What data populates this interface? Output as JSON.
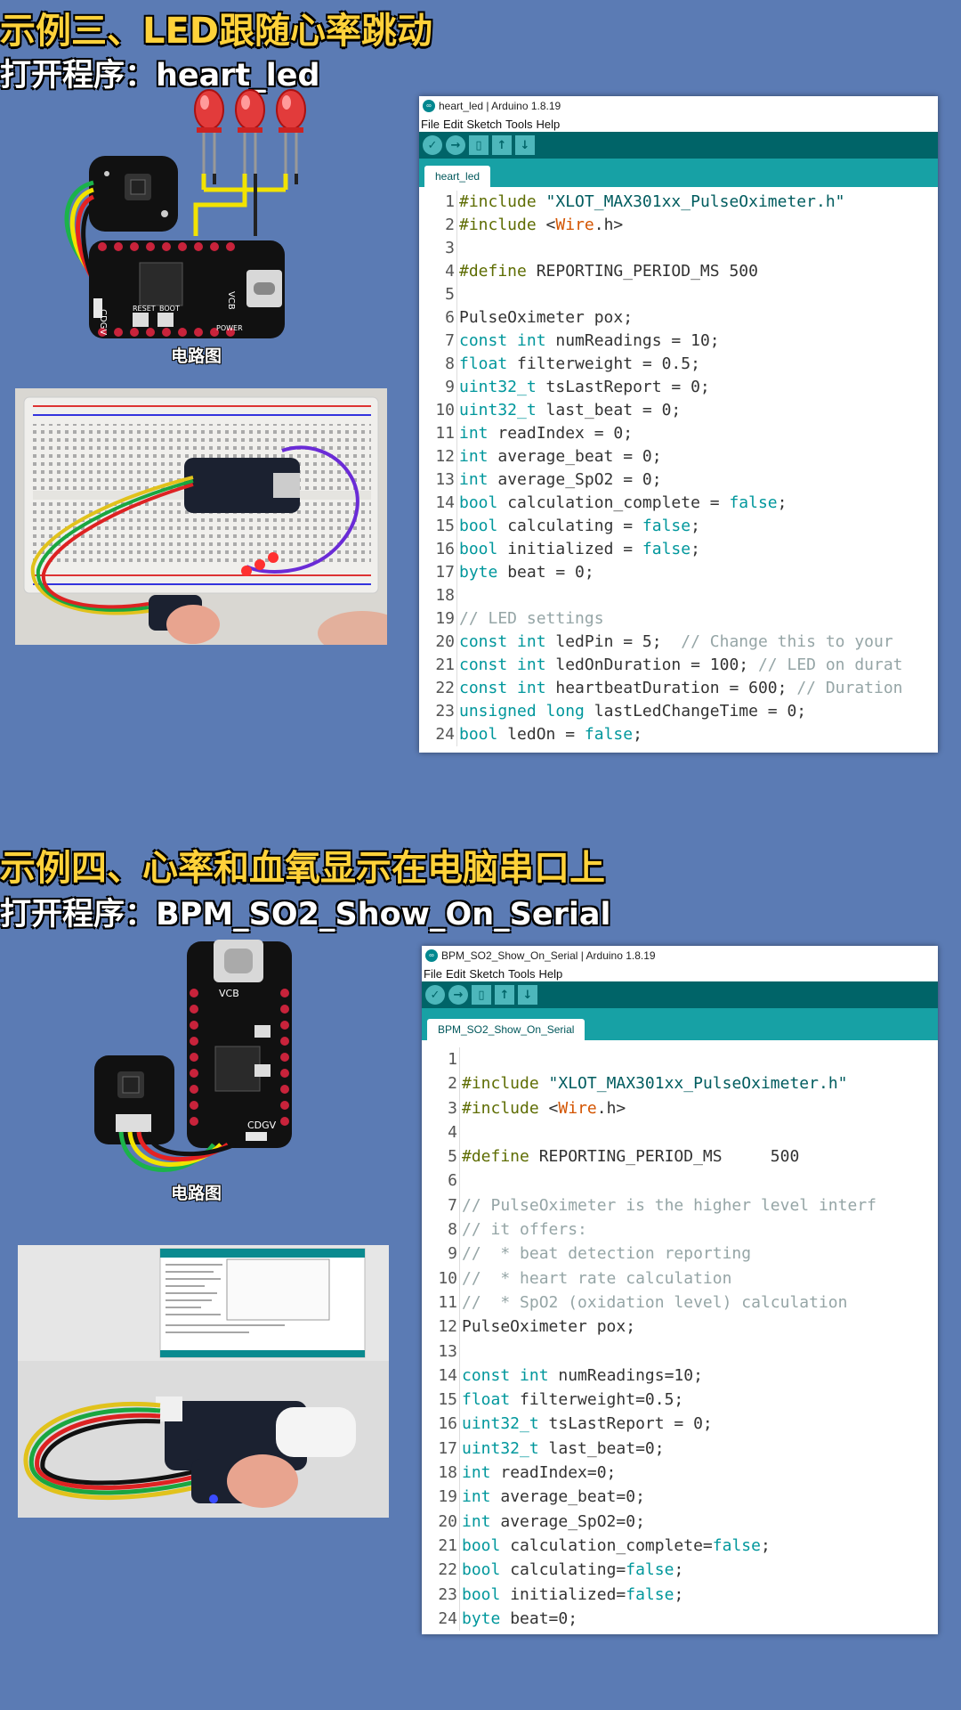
{
  "section3": {
    "title": "示例三、LED跟随心率跳动",
    "program_label": "打开程序：heart_led",
    "diagram_caption": "电路图",
    "board_labels": {
      "reset": "RESET",
      "boot": "BOOT",
      "power": "POWER",
      "vcb": "VCB",
      "cdgv": "CDGV"
    },
    "ide": {
      "window_title": "heart_led | Arduino 1.8.19",
      "menu": [
        "File",
        "Edit",
        "Sketch",
        "Tools",
        "Help"
      ],
      "tab": "heart_led",
      "lines": [
        {
          "n": "1",
          "seg": [
            [
              "pre",
              "#include "
            ],
            [
              "str",
              "\"XLOT_MAX301xx_PulseOximeter.h\""
            ]
          ]
        },
        {
          "n": "2",
          "seg": [
            [
              "pre",
              "#include "
            ],
            [
              "txt",
              "<"
            ],
            [
              "lib",
              "Wire"
            ],
            [
              "txt",
              ".h>"
            ]
          ]
        },
        {
          "n": "3",
          "seg": []
        },
        {
          "n": "4",
          "seg": [
            [
              "pre",
              "#define "
            ],
            [
              "txt",
              "REPORTING_PERIOD_MS 500"
            ]
          ]
        },
        {
          "n": "5",
          "seg": []
        },
        {
          "n": "6",
          "seg": [
            [
              "txt",
              "PulseOximeter pox;"
            ]
          ]
        },
        {
          "n": "7",
          "seg": [
            [
              "type",
              "const int"
            ],
            [
              "txt",
              " numReadings = 10;"
            ]
          ]
        },
        {
          "n": "8",
          "seg": [
            [
              "type",
              "float"
            ],
            [
              "txt",
              " filterweight = 0.5;"
            ]
          ]
        },
        {
          "n": "9",
          "seg": [
            [
              "type",
              "uint32_t"
            ],
            [
              "txt",
              " tsLastReport = 0;"
            ]
          ]
        },
        {
          "n": "10",
          "seg": [
            [
              "type",
              "uint32_t"
            ],
            [
              "txt",
              " last_beat = 0;"
            ]
          ]
        },
        {
          "n": "11",
          "seg": [
            [
              "type",
              "int"
            ],
            [
              "txt",
              " readIndex = 0;"
            ]
          ]
        },
        {
          "n": "12",
          "seg": [
            [
              "type",
              "int"
            ],
            [
              "txt",
              " average_beat = 0;"
            ]
          ]
        },
        {
          "n": "13",
          "seg": [
            [
              "type",
              "int"
            ],
            [
              "txt",
              " average_SpO2 = 0;"
            ]
          ]
        },
        {
          "n": "14",
          "seg": [
            [
              "type",
              "bool"
            ],
            [
              "txt",
              " calculation_complete = "
            ],
            [
              "type",
              "false"
            ],
            [
              "txt",
              ";"
            ]
          ]
        },
        {
          "n": "15",
          "seg": [
            [
              "type",
              "bool"
            ],
            [
              "txt",
              " calculating = "
            ],
            [
              "type",
              "false"
            ],
            [
              "txt",
              ";"
            ]
          ]
        },
        {
          "n": "16",
          "seg": [
            [
              "type",
              "bool"
            ],
            [
              "txt",
              " initialized = "
            ],
            [
              "type",
              "false"
            ],
            [
              "txt",
              ";"
            ]
          ]
        },
        {
          "n": "17",
          "seg": [
            [
              "type",
              "byte"
            ],
            [
              "txt",
              " beat = 0;"
            ]
          ]
        },
        {
          "n": "18",
          "seg": []
        },
        {
          "n": "19",
          "seg": [
            [
              "com",
              "// LED settings"
            ]
          ]
        },
        {
          "n": "20",
          "seg": [
            [
              "type",
              "const int"
            ],
            [
              "txt",
              " ledPin = 5;  "
            ],
            [
              "com",
              "// Change this to your"
            ]
          ]
        },
        {
          "n": "21",
          "seg": [
            [
              "type",
              "const int"
            ],
            [
              "txt",
              " ledOnDuration = 100; "
            ],
            [
              "com",
              "// LED on durat"
            ]
          ]
        },
        {
          "n": "22",
          "seg": [
            [
              "type",
              "const int"
            ],
            [
              "txt",
              " heartbeatDuration = 600; "
            ],
            [
              "com",
              "// Duration"
            ]
          ]
        },
        {
          "n": "23",
          "seg": [
            [
              "type",
              "unsigned long"
            ],
            [
              "txt",
              " lastLedChangeTime = 0;"
            ]
          ]
        },
        {
          "n": "24",
          "seg": [
            [
              "type",
              "bool"
            ],
            [
              "txt",
              " ledOn = "
            ],
            [
              "type",
              "false"
            ],
            [
              "txt",
              ";"
            ]
          ]
        }
      ]
    }
  },
  "section4": {
    "title": "示例四、心率和血氧显示在电脑串口上",
    "program_label": "打开程序：BPM_SO2_Show_On_Serial",
    "diagram_caption": "电路图",
    "board_labels": {
      "vcb": "VCB",
      "cdgv": "CDGV"
    },
    "ide": {
      "window_title": "BPM_SO2_Show_On_Serial | Arduino 1.8.19",
      "menu": [
        "File",
        "Edit",
        "Sketch",
        "Tools",
        "Help"
      ],
      "tab": "BPM_SO2_Show_On_Serial",
      "lines": [
        {
          "n": "1",
          "seg": []
        },
        {
          "n": "2",
          "seg": [
            [
              "pre",
              "#include "
            ],
            [
              "str",
              "\"XLOT_MAX301xx_PulseOximeter.h\""
            ]
          ]
        },
        {
          "n": "3",
          "seg": [
            [
              "pre",
              "#include "
            ],
            [
              "txt",
              "<"
            ],
            [
              "lib",
              "Wire"
            ],
            [
              "txt",
              ".h>"
            ]
          ]
        },
        {
          "n": "4",
          "seg": []
        },
        {
          "n": "5",
          "seg": [
            [
              "pre",
              "#define "
            ],
            [
              "txt",
              "REPORTING_PERIOD_MS     500"
            ]
          ]
        },
        {
          "n": "6",
          "seg": []
        },
        {
          "n": "7",
          "seg": [
            [
              "com",
              "// PulseOximeter is the higher level interf"
            ]
          ]
        },
        {
          "n": "8",
          "seg": [
            [
              "com",
              "// it offers:"
            ]
          ]
        },
        {
          "n": "9",
          "seg": [
            [
              "com",
              "//  * beat detection reporting"
            ]
          ]
        },
        {
          "n": "10",
          "seg": [
            [
              "com",
              "//  * heart rate calculation"
            ]
          ]
        },
        {
          "n": "11",
          "seg": [
            [
              "com",
              "//  * SpO2 (oxidation level) calculation"
            ]
          ]
        },
        {
          "n": "12",
          "seg": [
            [
              "txt",
              "PulseOximeter pox;"
            ]
          ]
        },
        {
          "n": "13",
          "seg": []
        },
        {
          "n": "14",
          "seg": [
            [
              "type",
              "const int"
            ],
            [
              "txt",
              " numReadings=10;"
            ]
          ]
        },
        {
          "n": "15",
          "seg": [
            [
              "type",
              "float"
            ],
            [
              "txt",
              " filterweight=0.5;"
            ]
          ]
        },
        {
          "n": "16",
          "seg": [
            [
              "type",
              "uint32_t"
            ],
            [
              "txt",
              " tsLastReport = 0;"
            ]
          ]
        },
        {
          "n": "17",
          "seg": [
            [
              "type",
              "uint32_t"
            ],
            [
              "txt",
              " last_beat=0;"
            ]
          ]
        },
        {
          "n": "18",
          "seg": [
            [
              "type",
              "int"
            ],
            [
              "txt",
              " readIndex=0;"
            ]
          ]
        },
        {
          "n": "19",
          "seg": [
            [
              "type",
              "int"
            ],
            [
              "txt",
              " average_beat=0;"
            ]
          ]
        },
        {
          "n": "20",
          "seg": [
            [
              "type",
              "int"
            ],
            [
              "txt",
              " average_SpO2=0;"
            ]
          ]
        },
        {
          "n": "21",
          "seg": [
            [
              "type",
              "bool"
            ],
            [
              "txt",
              " calculation_complete="
            ],
            [
              "type",
              "false"
            ],
            [
              "txt",
              ";"
            ]
          ]
        },
        {
          "n": "22",
          "seg": [
            [
              "type",
              "bool"
            ],
            [
              "txt",
              " calculating="
            ],
            [
              "type",
              "false"
            ],
            [
              "txt",
              ";"
            ]
          ]
        },
        {
          "n": "23",
          "seg": [
            [
              "type",
              "bool"
            ],
            [
              "txt",
              " initialized="
            ],
            [
              "type",
              "false"
            ],
            [
              "txt",
              ";"
            ]
          ]
        },
        {
          "n": "24",
          "seg": [
            [
              "type",
              "byte"
            ],
            [
              "txt",
              " beat=0;"
            ]
          ]
        }
      ]
    }
  },
  "colors": {
    "background": "#5b7bb4",
    "heading_yellow": "#ffd23a",
    "ide_toolbar": "#006468",
    "ide_tabbar": "#17a1a5",
    "syntax_type": "#00979c",
    "syntax_string": "#005c5f",
    "syntax_lib": "#d35400",
    "syntax_comment": "#95a5a6",
    "syntax_preprocessor": "#5e6d03"
  },
  "icons": [
    "verify-icon",
    "upload-icon",
    "new-icon",
    "open-icon",
    "save-icon",
    "arduino-logo-icon"
  ]
}
